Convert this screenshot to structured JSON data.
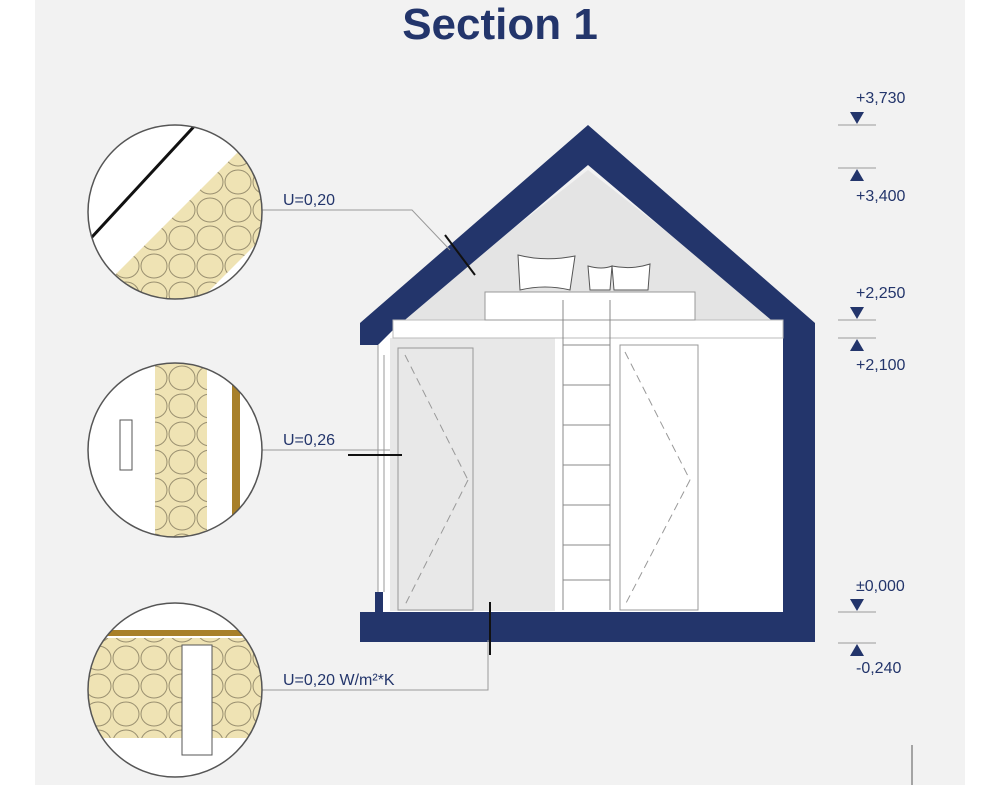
{
  "title": "Section 1",
  "colors": {
    "navy": "#23356b",
    "insulation": "#efe3b4",
    "timber": "#a8802a",
    "background": "#f2f2f2"
  },
  "details": [
    {
      "name": "roof",
      "u_value": "U=0,20"
    },
    {
      "name": "wall",
      "u_value": "U=0,26"
    },
    {
      "name": "floor",
      "u_value": "U=0,20 W/m²*K"
    }
  ],
  "elevations": [
    "+3,730",
    "+3,400",
    "+2,250",
    "+2,100",
    "±0,000",
    "-0,240"
  ]
}
